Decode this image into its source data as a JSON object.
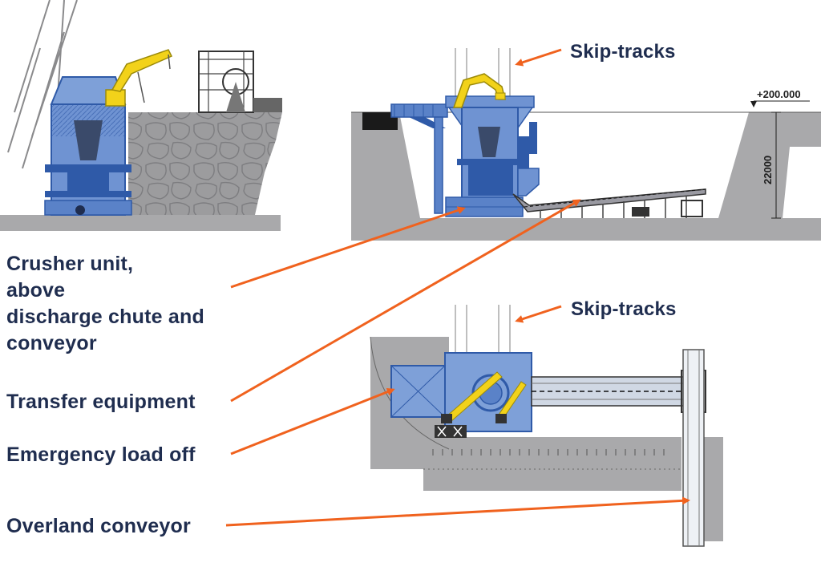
{
  "labels": {
    "skip_tracks_top": "Skip-tracks",
    "skip_tracks_bottom": "Skip-tracks",
    "crusher_unit": [
      "Crusher unit,",
      "above",
      "discharge chute and",
      "conveyor"
    ],
    "transfer_equipment": "Transfer equipment",
    "emergency_load_off": "Emergency load off",
    "overland_conveyor": "Overland conveyor"
  },
  "dimensions": {
    "elevation": "+200.000",
    "depth": "22000"
  },
  "colors": {
    "label_text": "#1f2d4f",
    "arrow": "#f0621e",
    "equipment_blue": "#5a82c8",
    "equipment_yellow": "#f2d21a",
    "ground_grey": "#a9a9ab"
  }
}
